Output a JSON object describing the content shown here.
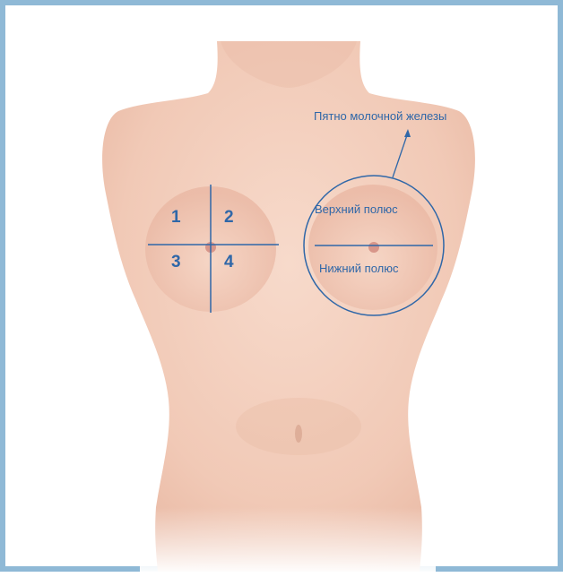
{
  "labels": {
    "areola": "Пятно молочной железы",
    "upper_pole": "Верхний полюс",
    "lower_pole": "Нижний полюс",
    "quadrants": [
      "1",
      "2",
      "3",
      "4"
    ]
  },
  "colors": {
    "frame": "#8fb9d6",
    "annotation": "#2f67a8",
    "skin": "#f3cfbe"
  }
}
